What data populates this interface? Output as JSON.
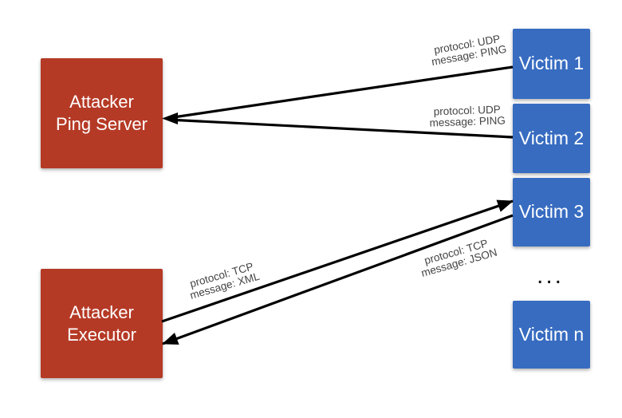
{
  "nodes": {
    "attacker_ping_server": {
      "line1": "Attacker",
      "line2": "Ping Server"
    },
    "attacker_executor": {
      "line1": "Attacker",
      "line2": "Executor"
    },
    "victims": [
      "Victim 1",
      "Victim 2",
      "Victim 3"
    ],
    "victim_n": "Victim n",
    "ellipsis": "..."
  },
  "edges": [
    {
      "id": "victim1-to-ping-server",
      "line1": "protocol: UDP",
      "line2": "message: PING"
    },
    {
      "id": "victim2-to-ping-server",
      "line1": "protocol: UDP",
      "line2": "message: PING"
    },
    {
      "id": "executor-to-victim3",
      "line1": "protocol: TCP",
      "line2": "message: XML"
    },
    {
      "id": "victim3-to-executor",
      "line1": "protocol: TCP",
      "line2": "message: JSON"
    }
  ],
  "colors": {
    "attacker_box": "#b53a26",
    "victim_box": "#376cc1",
    "arrow": "#000000",
    "edge_label_text": "#444444",
    "box_text": "#ffffff",
    "background": "#ffffff"
  }
}
